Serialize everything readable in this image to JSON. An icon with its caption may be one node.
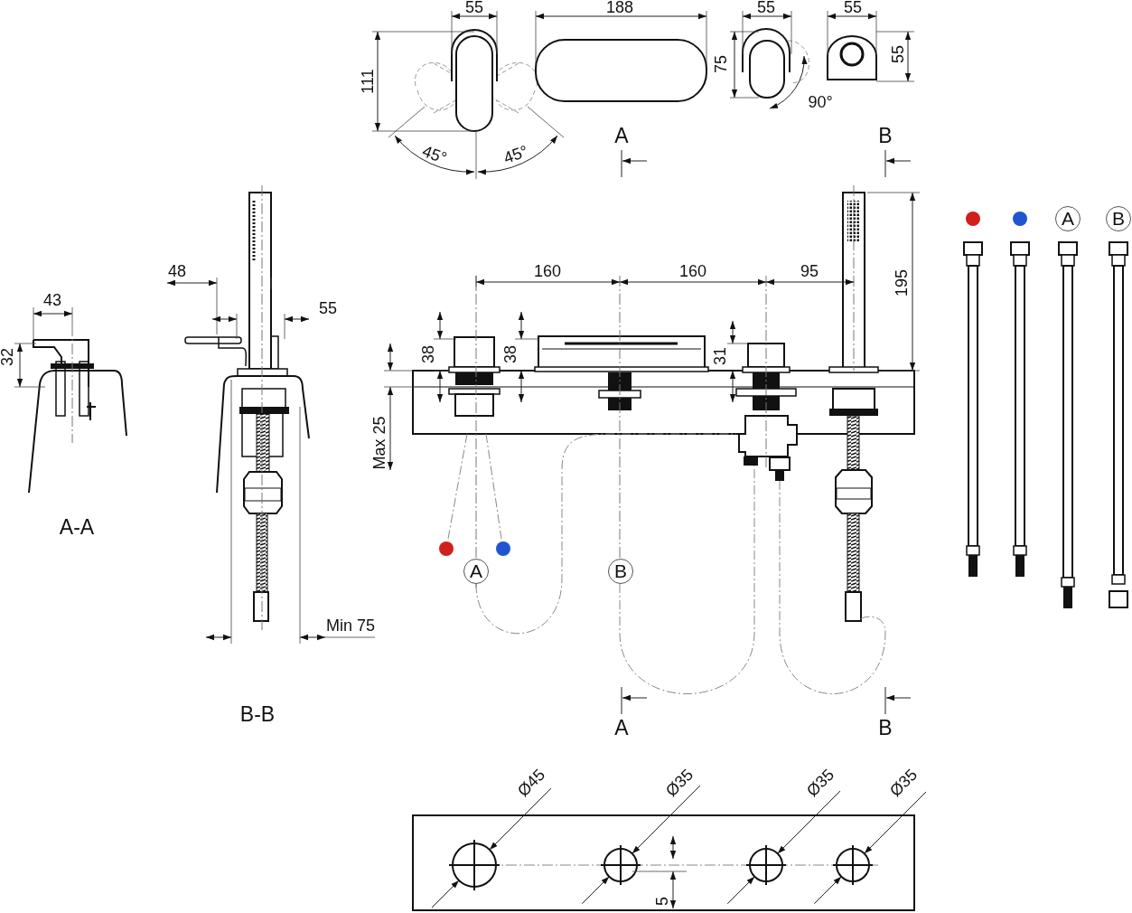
{
  "diagram": {
    "nodes": [
      {
        "text": [
          "A"
        ]
      },
      {
        "text": [
          "B"
        ]
      },
      {
        "text": [
          "A"
        ]
      },
      {
        "text": [
          "B"
        ]
      }
    ],
    "edges": [],
    "labels": [
      "55",
      "188",
      "55",
      "55",
      "111",
      "75",
      "55",
      "90°",
      "45°",
      "45°",
      "A",
      "B",
      "195",
      "48",
      "160",
      "160",
      "95",
      "43",
      "55",
      "32",
      "38",
      "38",
      "31",
      "Max 25",
      "A-A",
      "Min 75",
      "B-B",
      "A",
      "B",
      "Ø45",
      "Ø35",
      "Ø35",
      "Ø35",
      "5"
    ]
  }
}
